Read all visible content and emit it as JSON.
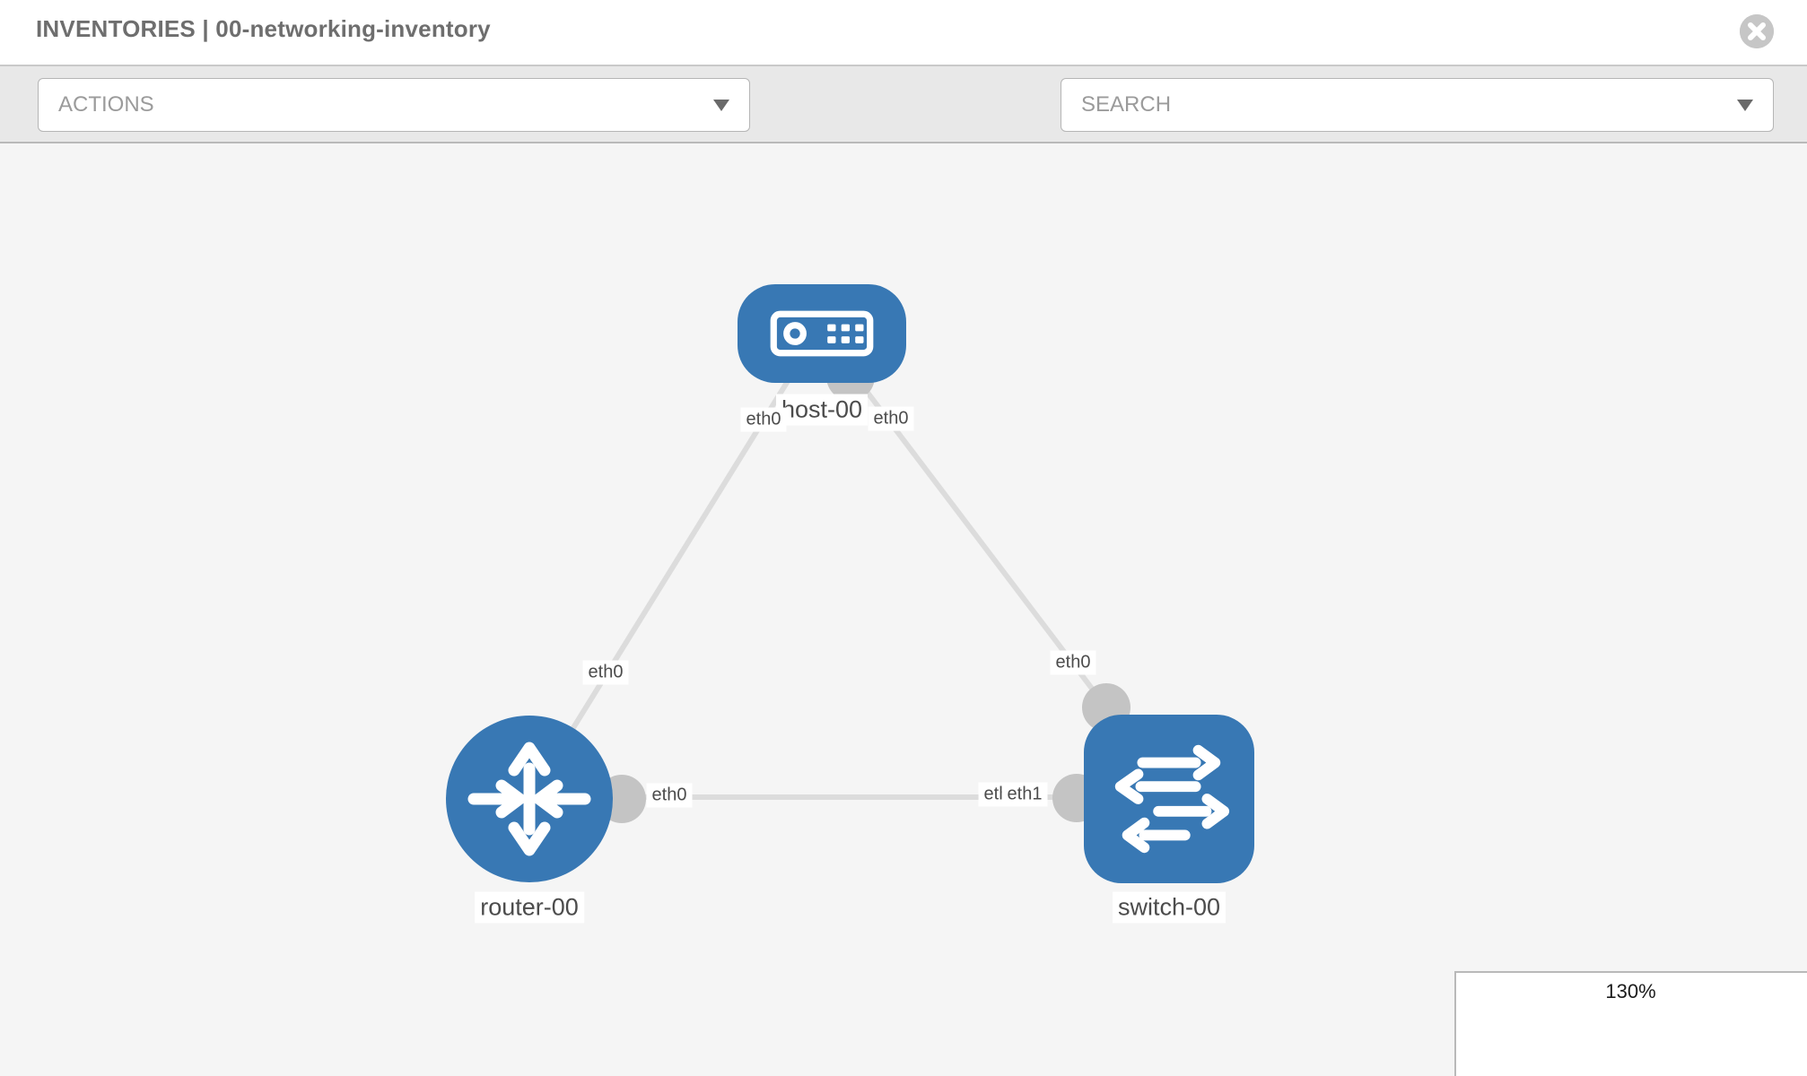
{
  "header": {
    "title": "INVENTORIES | 00-networking-inventory"
  },
  "toolbar": {
    "actions_label": "ACTIONS",
    "search_placeholder": "SEARCH",
    "icons": [
      "wrench-icon",
      "key-icon"
    ]
  },
  "topology": {
    "nodes": [
      {
        "id": "host-00",
        "type": "host",
        "label": "host-00"
      },
      {
        "id": "router-00",
        "type": "router",
        "label": "router-00"
      },
      {
        "id": "switch-00",
        "type": "switch",
        "label": "switch-00"
      }
    ],
    "links": [
      {
        "source": "router-00",
        "target": "host-00",
        "source_interface": "eth0",
        "target_interface": "eth0"
      },
      {
        "source": "host-00",
        "target": "switch-00",
        "source_interface": "eth0",
        "target_interface": "eth0"
      },
      {
        "source": "router-00",
        "target": "switch-00",
        "source_interface": "eth0",
        "target_interface": "eth1",
        "target_interface_overlapped": "eth0"
      }
    ]
  },
  "zoom_panel": {
    "value_label": "130%",
    "percent": 130
  },
  "colors": {
    "node_blue": "#3878b4",
    "connector_gray": "#c4c4c4",
    "edge_gray": "#dcdcdc",
    "canvas_bg": "#f5f5f5",
    "toolbar_bg": "#e8e8e8"
  }
}
